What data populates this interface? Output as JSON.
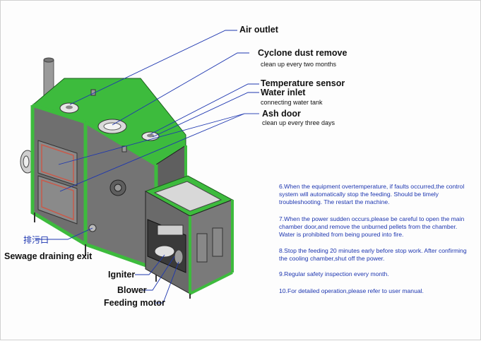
{
  "labels": {
    "air_outlet": "Air outlet",
    "cyclone": "Cyclone dust remove",
    "cyclone_sub": "clean up every two months",
    "temp_sensor": "Temperature sensor",
    "water_inlet": "Water inlet",
    "water_inlet_sub": "connecting water tank",
    "ash_door": "Ash door",
    "ash_door_sub": "clean up every three days",
    "chinese_sewage": "排污口",
    "sewage": "Sewage draining exit",
    "igniter": "Igniter",
    "blower": "Blower",
    "feeding_motor": "Feeding motor"
  },
  "notes": {
    "n6": [
      "6.When the equipment overtemperature, if faults occurred,the control",
      "system will automatically stop the feeding. Should be timely",
      "troubleshooting. The restart the machine."
    ],
    "n7": [
      "7.When the power sudden occurs,please be careful to open the main",
      "chamber door,and remove the unburned pellets from the chamber.",
      "Water is prohibited from being poured into fire."
    ],
    "n8": [
      "8.Stop the feeding 20 minutes early before stop work. After confirming",
      "the cooling chamber,shut off the power."
    ],
    "n9": [
      "9.Regular safety inspection every month."
    ],
    "n10": [
      "10.For detailed operation,please refer to user manual."
    ]
  },
  "colors": {
    "frame_green": "#3dbb3d",
    "body_gray": "#6f6f6f",
    "note_blue": "#1d36b0"
  }
}
